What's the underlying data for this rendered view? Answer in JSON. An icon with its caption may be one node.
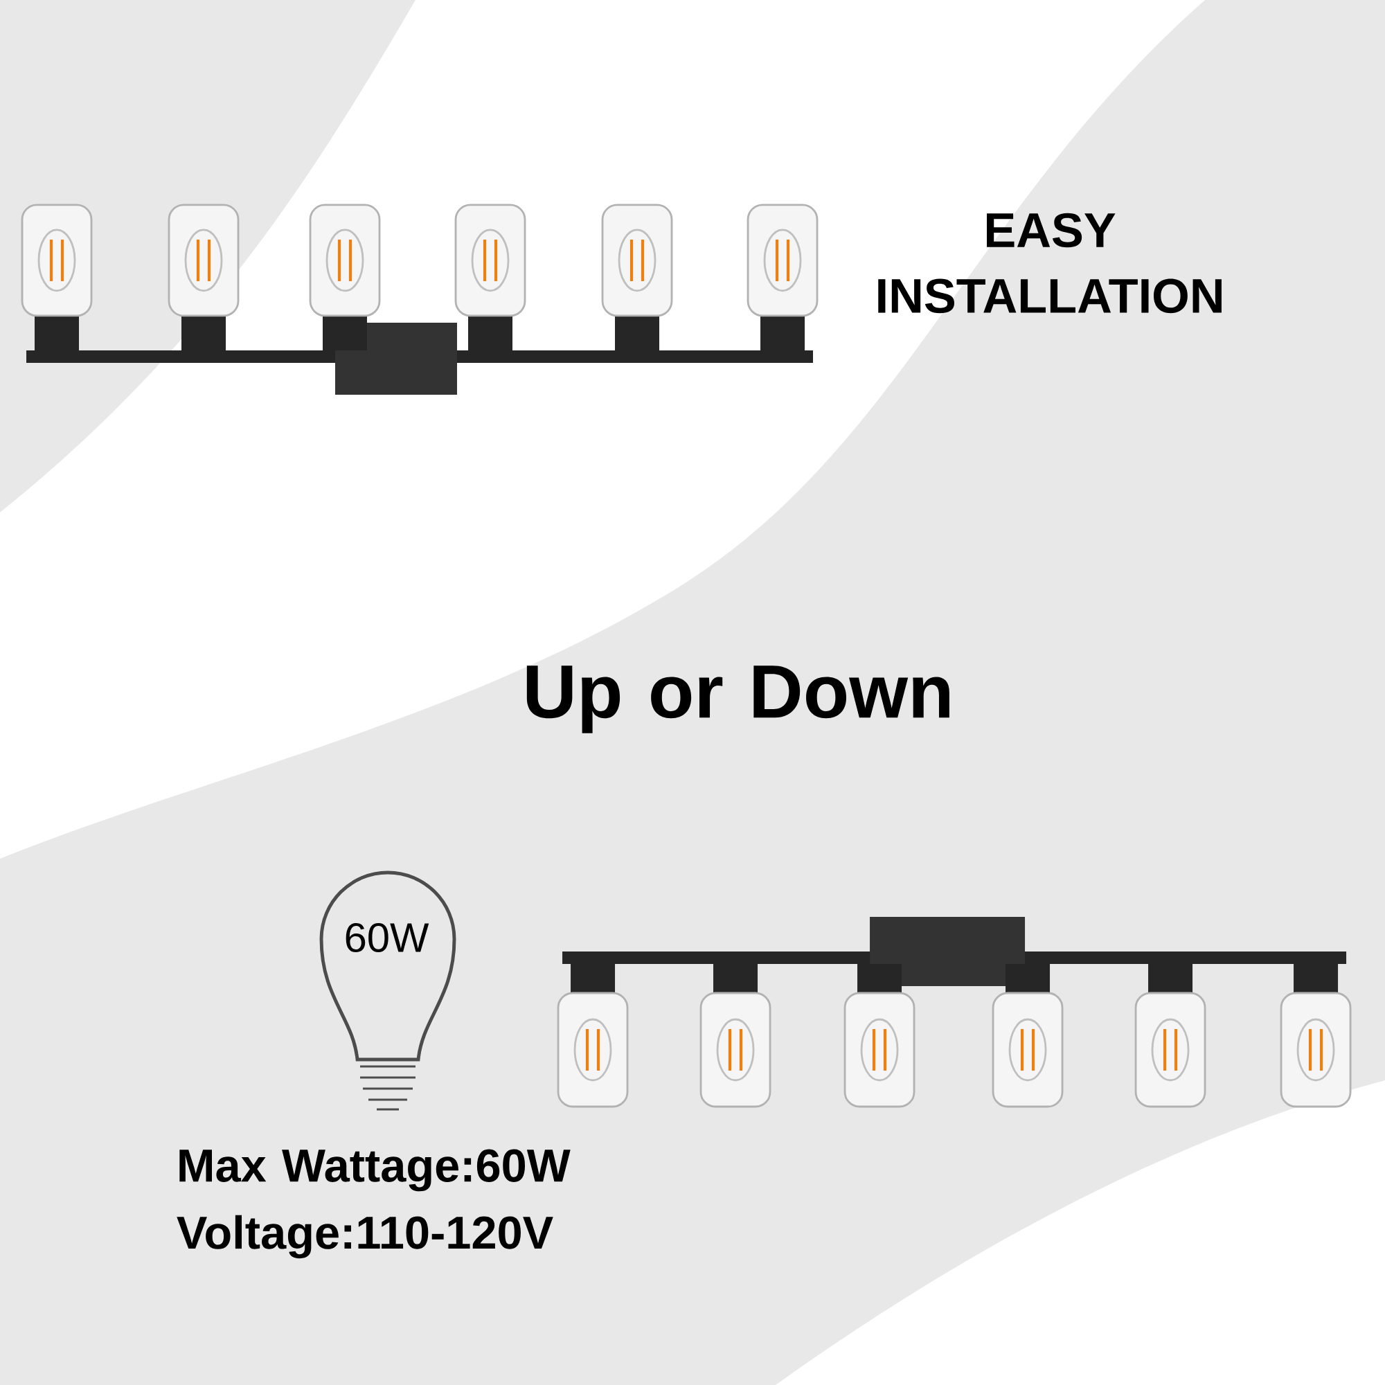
{
  "diagram": {
    "nodes": [
      {
        "text": [
          "60W"
        ]
      }
    ],
    "labels": [
      "EASY INSTALLATION",
      "Up or Down",
      "Max Wattage:60W",
      "Voltage:110-120V"
    ]
  }
}
